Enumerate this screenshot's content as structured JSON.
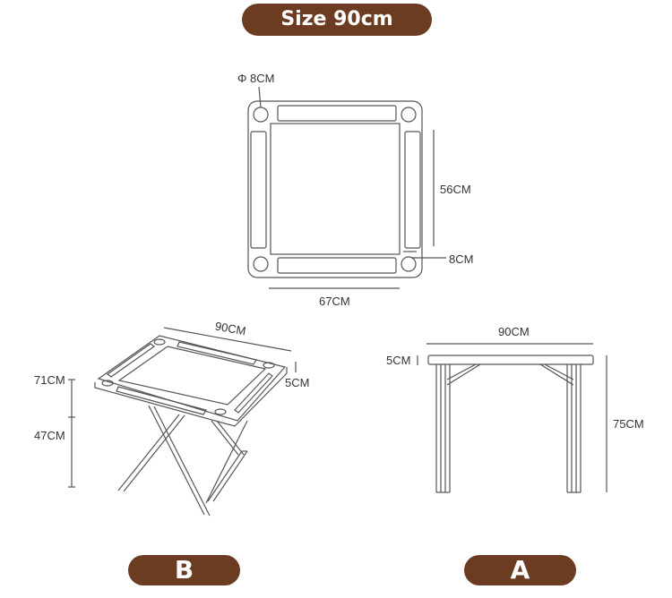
{
  "header": {
    "title": "Size 90cm"
  },
  "top_view": {
    "cup_diameter": "Φ 8CM",
    "inner_height": "56CM",
    "rail_width": "8CM",
    "inner_width": "67CM"
  },
  "view_b": {
    "label": "B",
    "top_width": "90CM",
    "top_thickness": "5CM",
    "total_height": "71CM",
    "leg_height": "47CM"
  },
  "view_a": {
    "label": "A",
    "top_width": "90CM",
    "top_thickness": "5CM",
    "height": "75CM"
  }
}
